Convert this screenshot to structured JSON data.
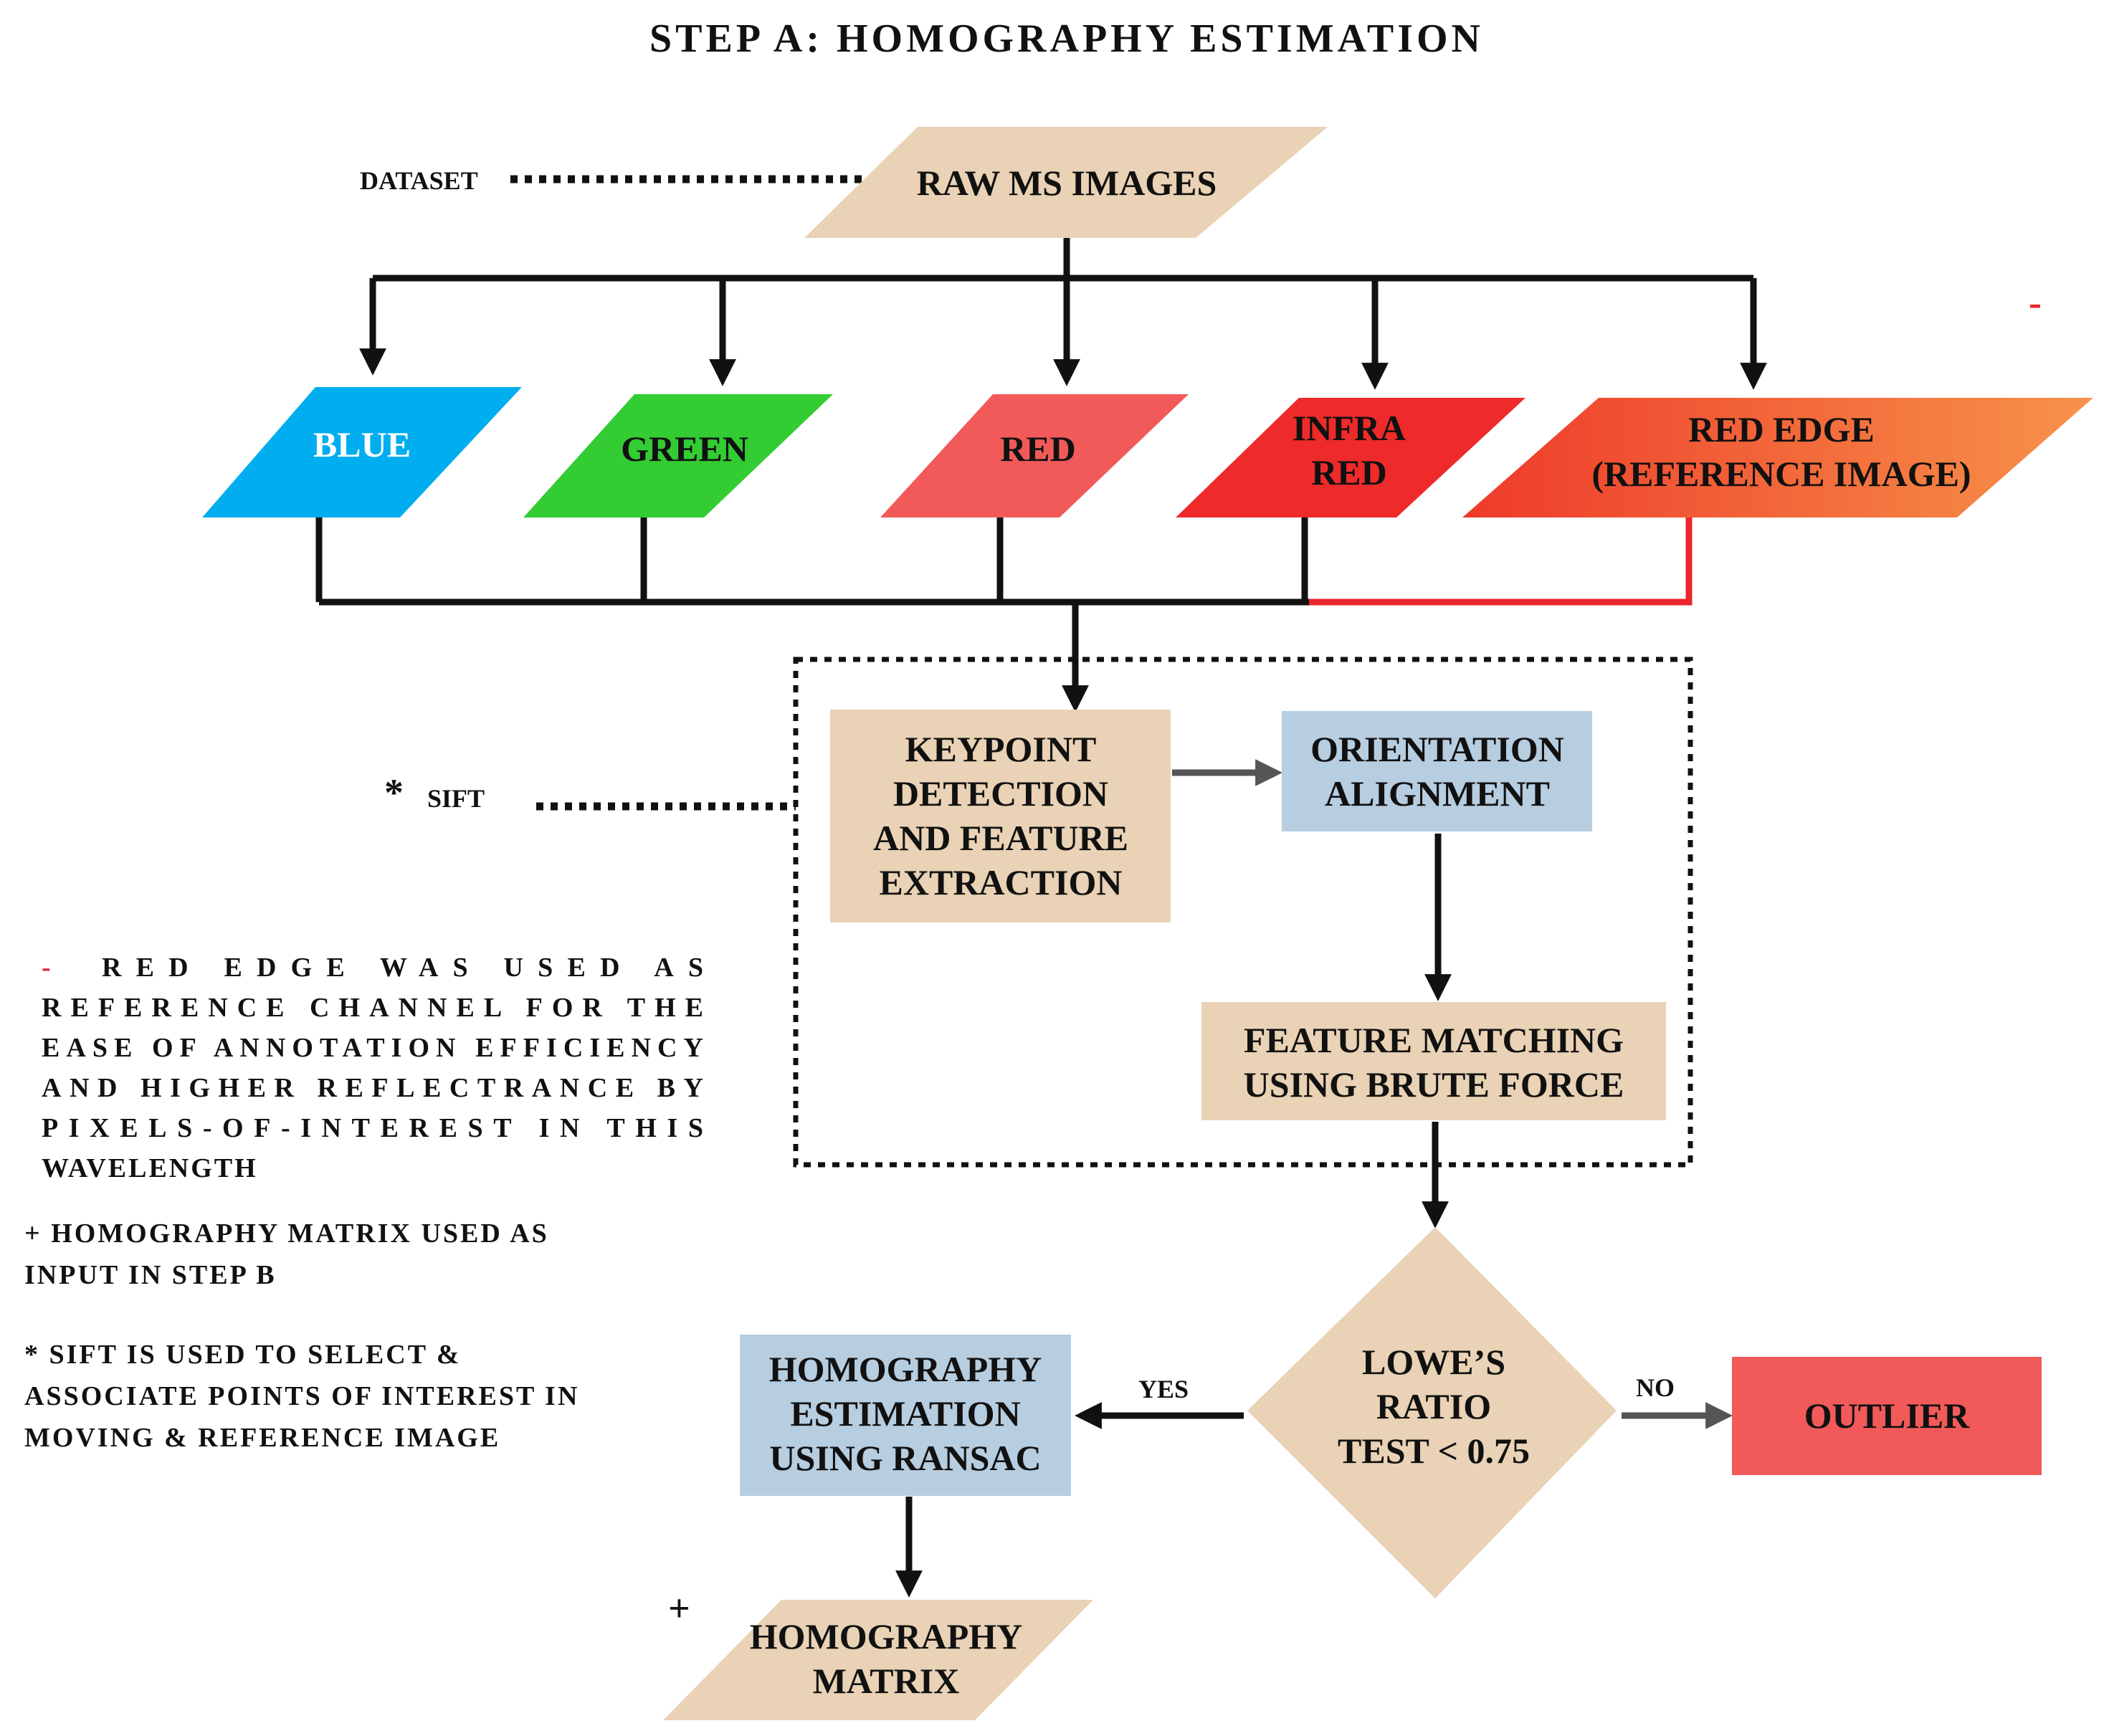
{
  "title": "STEP A: HOMOGRAPHY ESTIMATION",
  "nodes": {
    "raw": {
      "lines": [
        "RAW MS IMAGES"
      ]
    },
    "blue": {
      "lines": [
        "BLUE"
      ],
      "color": "#00aeef"
    },
    "green": {
      "lines": [
        "GREEN"
      ],
      "color": "#33cc33"
    },
    "red": {
      "lines": [
        "RED"
      ],
      "color": "#f25a5a"
    },
    "infrared": {
      "lines": [
        "INFRA",
        "RED"
      ],
      "color": "#ee2a2a"
    },
    "rededge": {
      "lines": [
        "RED EDGE",
        "(REFERENCE IMAGE)"
      ],
      "color_start": "#ee3a2a",
      "color_end": "#f7934a"
    },
    "keypoint": {
      "lines": [
        "KEYPOINT",
        "DETECTION",
        "AND FEATURE",
        "EXTRACTION"
      ]
    },
    "orientation": {
      "lines": [
        "ORIENTATION",
        "ALIGNMENT"
      ]
    },
    "matching": {
      "lines": [
        "FEATURE MATCHING",
        "USING BRUTE FORCE"
      ]
    },
    "lowe": {
      "lines": [
        "LOWE’S",
        "RATIO",
        "TEST < 0.75"
      ]
    },
    "ransac": {
      "lines": [
        "HOMOGRAPHY",
        "ESTIMATION",
        "USING RANSAC"
      ]
    },
    "outlier": {
      "lines": [
        "OUTLIER"
      ],
      "color": "#f25a5a"
    },
    "matrix": {
      "lines": [
        "HOMOGRAPHY",
        "MATRIX"
      ]
    }
  },
  "labels": {
    "dataset": "DATASET",
    "sift": "SIFT",
    "yes": "YES",
    "no": "NO",
    "star": "*",
    "plus": "+",
    "dash": "-"
  },
  "notes": {
    "red_edge": {
      "marker": "-",
      "lines": [
        "RED EDGE WAS USED AS",
        "REFERENCE CHANNEL FOR THE",
        "EASE OF ANNOTATION EFFICIENCY",
        "AND HIGHER REFLECTRANCE BY",
        "PIXELS-OF-INTEREST IN THIS",
        "WAVELENGTH"
      ]
    },
    "homography": {
      "lines": [
        "+ HOMOGRAPHY MATRIX USED AS",
        "INPUT IN STEP B"
      ]
    },
    "sift": {
      "lines": [
        "* SIFT IS USED TO SELECT &",
        "ASSOCIATE POINTS OF INTEREST IN",
        "MOVING & REFERENCE IMAGE"
      ]
    }
  },
  "colors": {
    "tan": "#e9d2b5",
    "steel": "#b7cde0",
    "line": "#111111",
    "accent_red": "#e8262b"
  }
}
